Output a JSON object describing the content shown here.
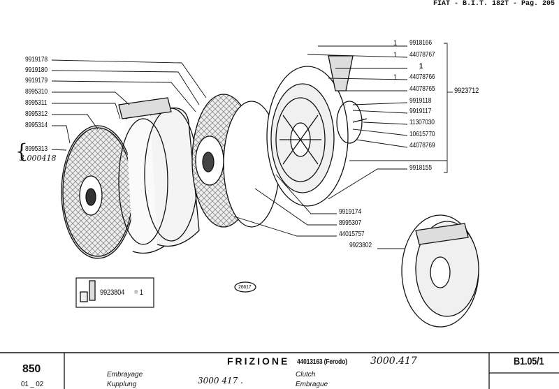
{
  "header": {
    "source": "FIAT - B.I.T. 182T - Pag. 205"
  },
  "left_labels": [
    "9919178",
    "9919180",
    "9919179",
    "8995310",
    "8995311",
    "8995312",
    "8995314",
    "8995313"
  ],
  "left_handwritten": "3.000418",
  "right_labels": [
    {
      "qty": "1",
      "part": "9918166"
    },
    {
      "qty": "1",
      "part": "44078767"
    },
    {
      "qty": "",
      "part": "1"
    },
    {
      "qty": "1",
      "part": "44078766"
    },
    {
      "qty": "",
      "part": "44078765"
    },
    {
      "qty": "",
      "part": "9919118"
    },
    {
      "qty": "",
      "part": "9919117"
    },
    {
      "qty": "",
      "part": "11307030"
    },
    {
      "qty": "",
      "part": "10615770"
    },
    {
      "qty": "",
      "part": "44078769"
    },
    {
      "qty": "",
      "part": "9918155"
    }
  ],
  "assembly_label": "9923712",
  "bottom_labels": [
    "9919174",
    "8995307",
    "44015757"
  ],
  "assembly2_label": "9923802",
  "kit": {
    "part": "9923804",
    "qty": "= 1"
  },
  "figure_number": "26617",
  "footer": {
    "model": "850",
    "range": "01 _ 02",
    "title": "FRIZIONE",
    "title_part": "44013163 (Ferodo)",
    "title_handwritten": "3000.417",
    "fr": "Embrayage",
    "de": "Kupplung",
    "handwritten_mid": "3000 417 .",
    "en": "Clutch",
    "es": "Embrague",
    "page_code": "B1.05/1"
  }
}
